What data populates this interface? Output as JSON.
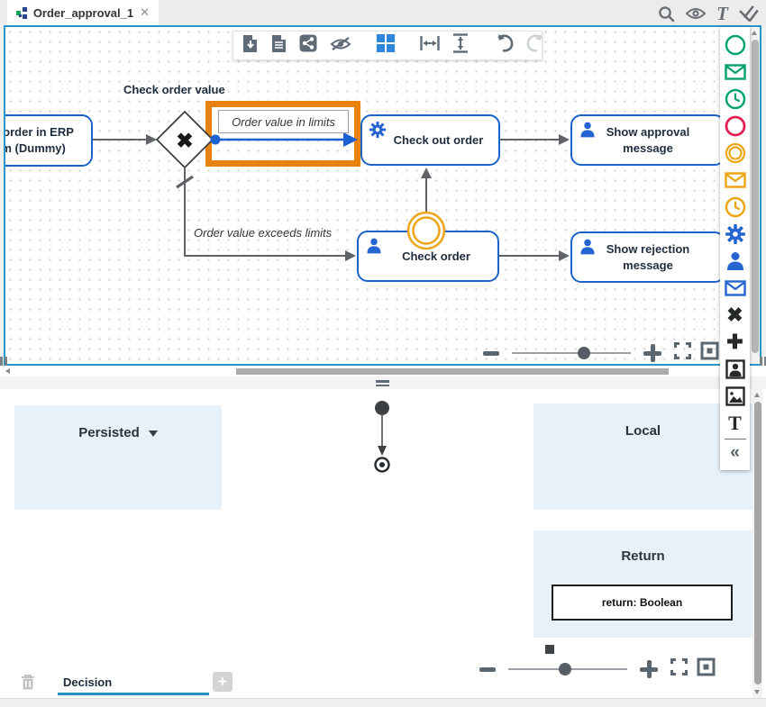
{
  "tab": {
    "title": "Order_approval_1",
    "close_glyph": "✕"
  },
  "topbar": {
    "icons": [
      "search",
      "preview-eye",
      "text-format",
      "validate-checks"
    ]
  },
  "canvas_toolbar": {
    "icons": [
      "download-file",
      "document",
      "share",
      "hide-overlays",
      "grid-layout",
      "space-horizontally",
      "space-vertically",
      "undo",
      "redo"
    ]
  },
  "diagram": {
    "task_create_order": "Create order in ERP system (Dummy)",
    "gateway_label": "Check order value",
    "gateway_glyph": "✖",
    "flow_in_limits_label": "Order value in limits",
    "flow_exceeds_label": "Order value exceeds limits",
    "task_check_out": "Check out order",
    "task_show_approval": "Show approval message",
    "task_check_order": "Check order",
    "task_show_rejection": "Show rejection message"
  },
  "palette": {
    "items": [
      "start-event",
      "message-start-event",
      "timer-start-event",
      "end-event",
      "intermediate-event",
      "message-intermediate-event",
      "timer-intermediate-event",
      "service-task",
      "user-task",
      "send-task",
      "exclusive-gateway",
      "parallel-gateway",
      "participant",
      "image-annotation",
      "text-annotation",
      "collapse-palette"
    ],
    "gateway_glyph": "✖",
    "parallel_glyph": "✚",
    "text_glyph": "T",
    "collapse_glyph": "«"
  },
  "variables_panel": {
    "persisted_label": "Persisted",
    "local_label": "Local",
    "return_label": "Return",
    "return_variable": "return: Boolean",
    "decision_tab_label": "Decision"
  },
  "colors": {
    "selection_border": "#2b96c9",
    "highlight_orange": "#e8820e",
    "task_border_blue": "#1a63c9",
    "event_green": "#00a170",
    "event_red": "#e61e50",
    "event_orange": "#edа40e",
    "panel_blue": "#e7f1f9"
  }
}
